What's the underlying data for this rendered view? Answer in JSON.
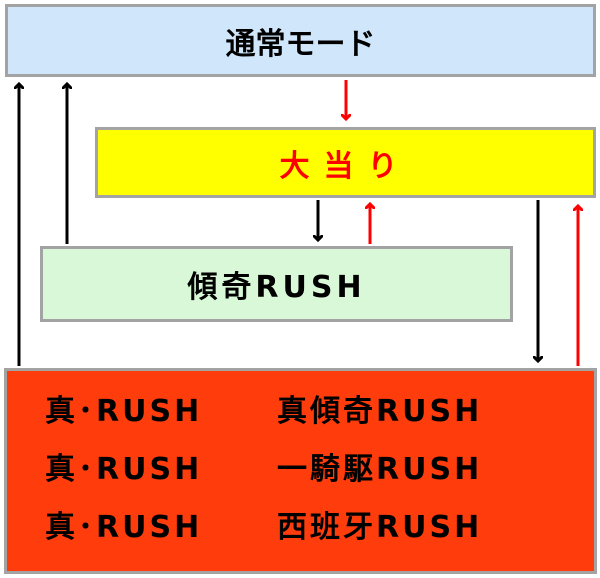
{
  "colors": {
    "normal_bg": "#cfe6fb",
    "hit_bg": "#ffff00",
    "hit_text": "#ff0000",
    "rush_bg": "#d8f8d8",
    "shin_bg": "#ff3c0c",
    "arrow_black": "#000000",
    "arrow_red": "#ff0000",
    "border": "#a3a3a3"
  },
  "nodes": {
    "normal_mode": "通常モード",
    "big_hit": "大当り",
    "keiki_rush": "傾奇RUSH",
    "shin_rows": [
      {
        "left": "真･RUSH",
        "right": "真傾奇RUSH"
      },
      {
        "left": "真･RUSH",
        "right": "一騎駆RUSH"
      },
      {
        "left": "真･RUSH",
        "right": "西班牙RUSH"
      }
    ]
  },
  "edges": [
    {
      "from": "normal_mode",
      "to": "big_hit",
      "color": "red"
    },
    {
      "from": "big_hit",
      "to": "keiki_rush",
      "color": "black"
    },
    {
      "from": "keiki_rush",
      "to": "big_hit",
      "color": "red"
    },
    {
      "from": "keiki_rush",
      "to": "normal_mode",
      "color": "black"
    },
    {
      "from": "big_hit",
      "to": "shin_rush",
      "color": "black"
    },
    {
      "from": "shin_rush",
      "to": "big_hit",
      "color": "red"
    },
    {
      "from": "shin_rush",
      "to": "normal_mode",
      "color": "black"
    }
  ]
}
